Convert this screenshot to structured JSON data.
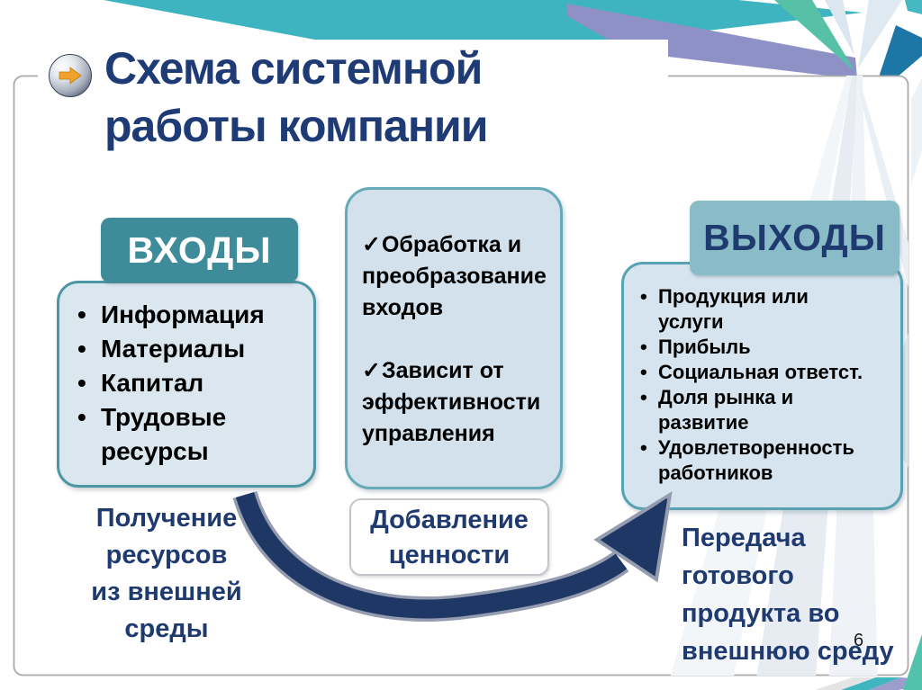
{
  "slide": {
    "title_lines": [
      "Схема системной",
      "работы компании"
    ],
    "page_number": "6"
  },
  "ui": {
    "bullet_icon": "•",
    "check_icon": "✓"
  },
  "inputs": {
    "header": "ВХОДЫ",
    "items": [
      [
        "Информация"
      ],
      [
        "Материалы"
      ],
      [
        "Капитал"
      ],
      [
        "Трудовые",
        "ресурсы"
      ]
    ],
    "caption_lines": [
      "Получение",
      "ресурсов",
      "из внешней",
      "среды"
    ]
  },
  "process": {
    "items": [
      [
        "Обработка и",
        "преобразование",
        "входов"
      ],
      [
        "Зависит от",
        "эффективности",
        "управления"
      ]
    ],
    "caption_lines": [
      "Добавление",
      "ценности"
    ]
  },
  "outputs": {
    "header": "ВЫХОДЫ",
    "items": [
      [
        "Продукция или",
        "услуги"
      ],
      [
        "Прибыль"
      ],
      [
        "Социальная ответст."
      ],
      [
        "Доля рынка и",
        "развитие"
      ],
      [
        "Удовлетворенность",
        "работников"
      ]
    ],
    "caption_lines": [
      "Передача",
      "готового",
      "продукта во",
      "внешнюю среду"
    ]
  },
  "colors": {
    "title_navy": "#1e3b76",
    "caption_navy": "#1e3a6e",
    "inputs_header_bg": "#3e8c9a",
    "outputs_header_bg": "#8abcc8",
    "box_border_teal": "#58a2b2",
    "box_fill_light": "#d5e4ee",
    "arrow_navy": "#1f3765",
    "arrow_outline": "#959cb0",
    "decor_teal": "#3fb4c1",
    "decor_purple": "#8e91c5",
    "decor_green": "#57c1a8",
    "decor_darkblue": "#1e76a6",
    "icon_orange": "#f0a22c",
    "frame_gray": "#aaaaaa"
  }
}
